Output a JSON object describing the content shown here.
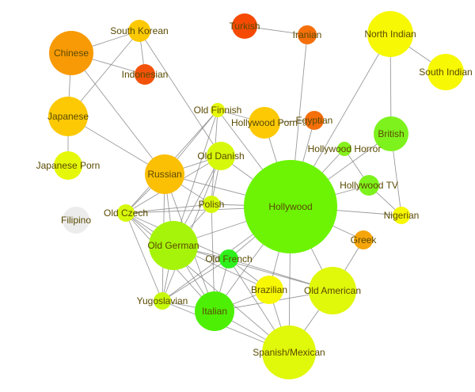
{
  "graph": {
    "nodes": [
      {
        "id": "chinese",
        "label": "Chinese",
        "color": "#f89a05"
      },
      {
        "id": "south-korean",
        "label": "South Korean",
        "color": "#fcc904"
      },
      {
        "id": "indonesian",
        "label": "Indonesian",
        "color": "#f3520a"
      },
      {
        "id": "turkish",
        "label": "Turkish",
        "color": "#f64a04"
      },
      {
        "id": "iranian",
        "label": "Iranian",
        "color": "#f56f0b"
      },
      {
        "id": "north-indian",
        "label": "North Indian",
        "color": "#f7f804"
      },
      {
        "id": "south-indian",
        "label": "South Indian",
        "color": "#f7f804"
      },
      {
        "id": "japanese",
        "label": "Japanese",
        "color": "#fcc904"
      },
      {
        "id": "old-finnish",
        "label": "Old Finnish",
        "color": "#e6f80a"
      },
      {
        "id": "hollywood-porn",
        "label": "Hollywood Porn",
        "color": "#fcc904"
      },
      {
        "id": "egyptian",
        "label": "Egyptian",
        "color": "#f56f0b"
      },
      {
        "id": "british",
        "label": "British",
        "color": "#7df21c"
      },
      {
        "id": "japanese-porn",
        "label": "Japanese Porn",
        "color": "#e6f80a"
      },
      {
        "id": "old-danish",
        "label": "Old Danish",
        "color": "#d6f80a"
      },
      {
        "id": "hollywood-horror",
        "label": "Hollywood Horror",
        "color": "#86f01c"
      },
      {
        "id": "russian",
        "label": "Russian",
        "color": "#fbbf04"
      },
      {
        "id": "hollywood-tv",
        "label": "Hollywood TV",
        "color": "#7df21c"
      },
      {
        "id": "polish",
        "label": "Polish",
        "color": "#d6f80a"
      },
      {
        "id": "hollywood",
        "label": "Hollywood",
        "color": "#6cf404"
      },
      {
        "id": "filipino",
        "label": "Filipino",
        "color": "#ececec"
      },
      {
        "id": "old-czech",
        "label": "Old Czech",
        "color": "#d6f80a"
      },
      {
        "id": "nigerian",
        "label": "Nigerian",
        "color": "#f7f804"
      },
      {
        "id": "greek",
        "label": "Greek",
        "color": "#f5a50b"
      },
      {
        "id": "old-german",
        "label": "Old German",
        "color": "#a6f40a"
      },
      {
        "id": "old-french",
        "label": "Old French",
        "color": "#2ef01c"
      },
      {
        "id": "brazilian",
        "label": "Brazilian",
        "color": "#f7f804"
      },
      {
        "id": "old-american",
        "label": "Old American",
        "color": "#e0f80a"
      },
      {
        "id": "yugoslavian",
        "label": "Yugoslavian",
        "color": "#c6f80a"
      },
      {
        "id": "italian",
        "label": "Italian",
        "color": "#4df004"
      },
      {
        "id": "spanish-mexican",
        "label": "Spanish/Mexican",
        "color": "#e0f80a"
      }
    ],
    "edges": [
      [
        "chinese",
        "south-korean"
      ],
      [
        "chinese",
        "japanese"
      ],
      [
        "chinese",
        "indonesian"
      ],
      [
        "chinese",
        "russian"
      ],
      [
        "south-korean",
        "japanese"
      ],
      [
        "south-korean",
        "indonesian"
      ],
      [
        "south-korean",
        "old-danish"
      ],
      [
        "turkish",
        "iranian"
      ],
      [
        "iranian",
        "hollywood"
      ],
      [
        "north-indian",
        "south-indian"
      ],
      [
        "north-indian",
        "british"
      ],
      [
        "north-indian",
        "hollywood"
      ],
      [
        "japanese",
        "japanese-porn"
      ],
      [
        "japanese",
        "russian"
      ],
      [
        "old-finnish",
        "hollywood-porn"
      ],
      [
        "old-finnish",
        "russian"
      ],
      [
        "old-finnish",
        "old-czech"
      ],
      [
        "old-finnish",
        "old-german"
      ],
      [
        "old-finnish",
        "hollywood"
      ],
      [
        "old-finnish",
        "polish"
      ],
      [
        "hollywood-porn",
        "egyptian"
      ],
      [
        "hollywood-porn",
        "hollywood"
      ],
      [
        "egyptian",
        "hollywood"
      ],
      [
        "british",
        "hollywood"
      ],
      [
        "british",
        "nigerian"
      ],
      [
        "old-danish",
        "hollywood"
      ],
      [
        "old-danish",
        "old-german"
      ],
      [
        "old-danish",
        "russian"
      ],
      [
        "old-danish",
        "old-czech"
      ],
      [
        "old-danish",
        "polish"
      ],
      [
        "old-danish",
        "yugoslavian"
      ],
      [
        "hollywood-horror",
        "hollywood"
      ],
      [
        "hollywood-horror",
        "hollywood-tv"
      ],
      [
        "russian",
        "hollywood"
      ],
      [
        "russian",
        "old-german"
      ],
      [
        "russian",
        "old-czech"
      ],
      [
        "russian",
        "polish"
      ],
      [
        "russian",
        "yugoslavian"
      ],
      [
        "russian",
        "italian"
      ],
      [
        "hollywood-tv",
        "hollywood"
      ],
      [
        "hollywood-tv",
        "nigerian"
      ],
      [
        "polish",
        "hollywood"
      ],
      [
        "polish",
        "old-german"
      ],
      [
        "polish",
        "old-czech"
      ],
      [
        "polish",
        "italian"
      ],
      [
        "hollywood",
        "old-czech"
      ],
      [
        "hollywood",
        "old-german"
      ],
      [
        "hollywood",
        "old-french"
      ],
      [
        "hollywood",
        "italian"
      ],
      [
        "hollywood",
        "spanish-mexican"
      ],
      [
        "hollywood",
        "old-american"
      ],
      [
        "hollywood",
        "brazilian"
      ],
      [
        "hollywood",
        "greek"
      ],
      [
        "hollywood",
        "nigerian"
      ],
      [
        "hollywood",
        "yugoslavian"
      ],
      [
        "old-czech",
        "old-german"
      ],
      [
        "old-czech",
        "yugoslavian"
      ],
      [
        "old-czech",
        "italian"
      ],
      [
        "old-czech",
        "old-french"
      ],
      [
        "old-czech",
        "spanish-mexican"
      ],
      [
        "greek",
        "old-american"
      ],
      [
        "old-german",
        "old-french"
      ],
      [
        "old-german",
        "italian"
      ],
      [
        "old-german",
        "yugoslavian"
      ],
      [
        "old-german",
        "old-american"
      ],
      [
        "old-german",
        "brazilian"
      ],
      [
        "old-french",
        "italian"
      ],
      [
        "old-french",
        "brazilian"
      ],
      [
        "old-french",
        "old-american"
      ],
      [
        "old-french",
        "spanish-mexican"
      ],
      [
        "old-french",
        "yugoslavian"
      ],
      [
        "brazilian",
        "spanish-mexican"
      ],
      [
        "brazilian",
        "italian"
      ],
      [
        "old-american",
        "spanish-mexican"
      ],
      [
        "old-american",
        "italian"
      ],
      [
        "italian",
        "spanish-mexican"
      ],
      [
        "italian",
        "yugoslavian"
      ],
      [
        "yugoslavian",
        "spanish-mexican"
      ]
    ]
  }
}
